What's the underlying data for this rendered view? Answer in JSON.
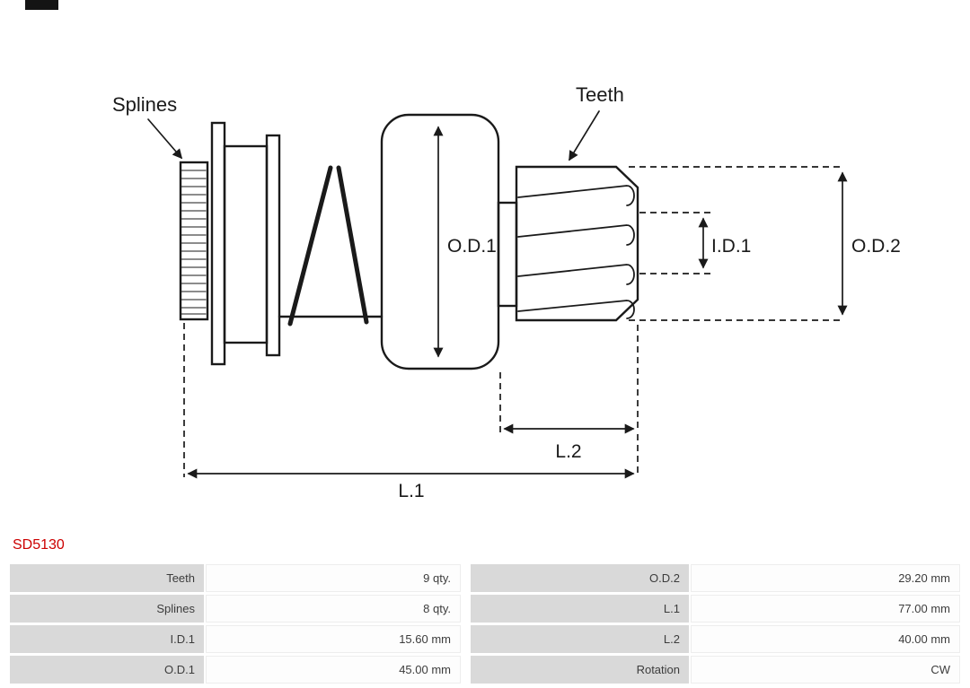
{
  "part_number": "SD5130",
  "colors": {
    "part_number": "#cc0000",
    "line": "#1a1a1a",
    "table_label_bg": "#d9d9d9",
    "table_value_bg": "#fdfdfd"
  },
  "diagram": {
    "labels": {
      "splines": "Splines",
      "teeth": "Teeth",
      "od1": "O.D.1",
      "id1": "I.D.1",
      "od2": "O.D.2",
      "l2": "L.2",
      "l1": "L.1"
    }
  },
  "specs": {
    "rows": [
      {
        "label1": "Teeth",
        "value1": "9 qty.",
        "label2": "O.D.2",
        "value2": "29.20 mm"
      },
      {
        "label1": "Splines",
        "value1": "8 qty.",
        "label2": "L.1",
        "value2": "77.00 mm"
      },
      {
        "label1": "I.D.1",
        "value1": "15.60 mm",
        "label2": "L.2",
        "value2": "40.00 mm"
      },
      {
        "label1": "O.D.1",
        "value1": "45.00 mm",
        "label2": "Rotation",
        "value2": "CW"
      }
    ]
  }
}
